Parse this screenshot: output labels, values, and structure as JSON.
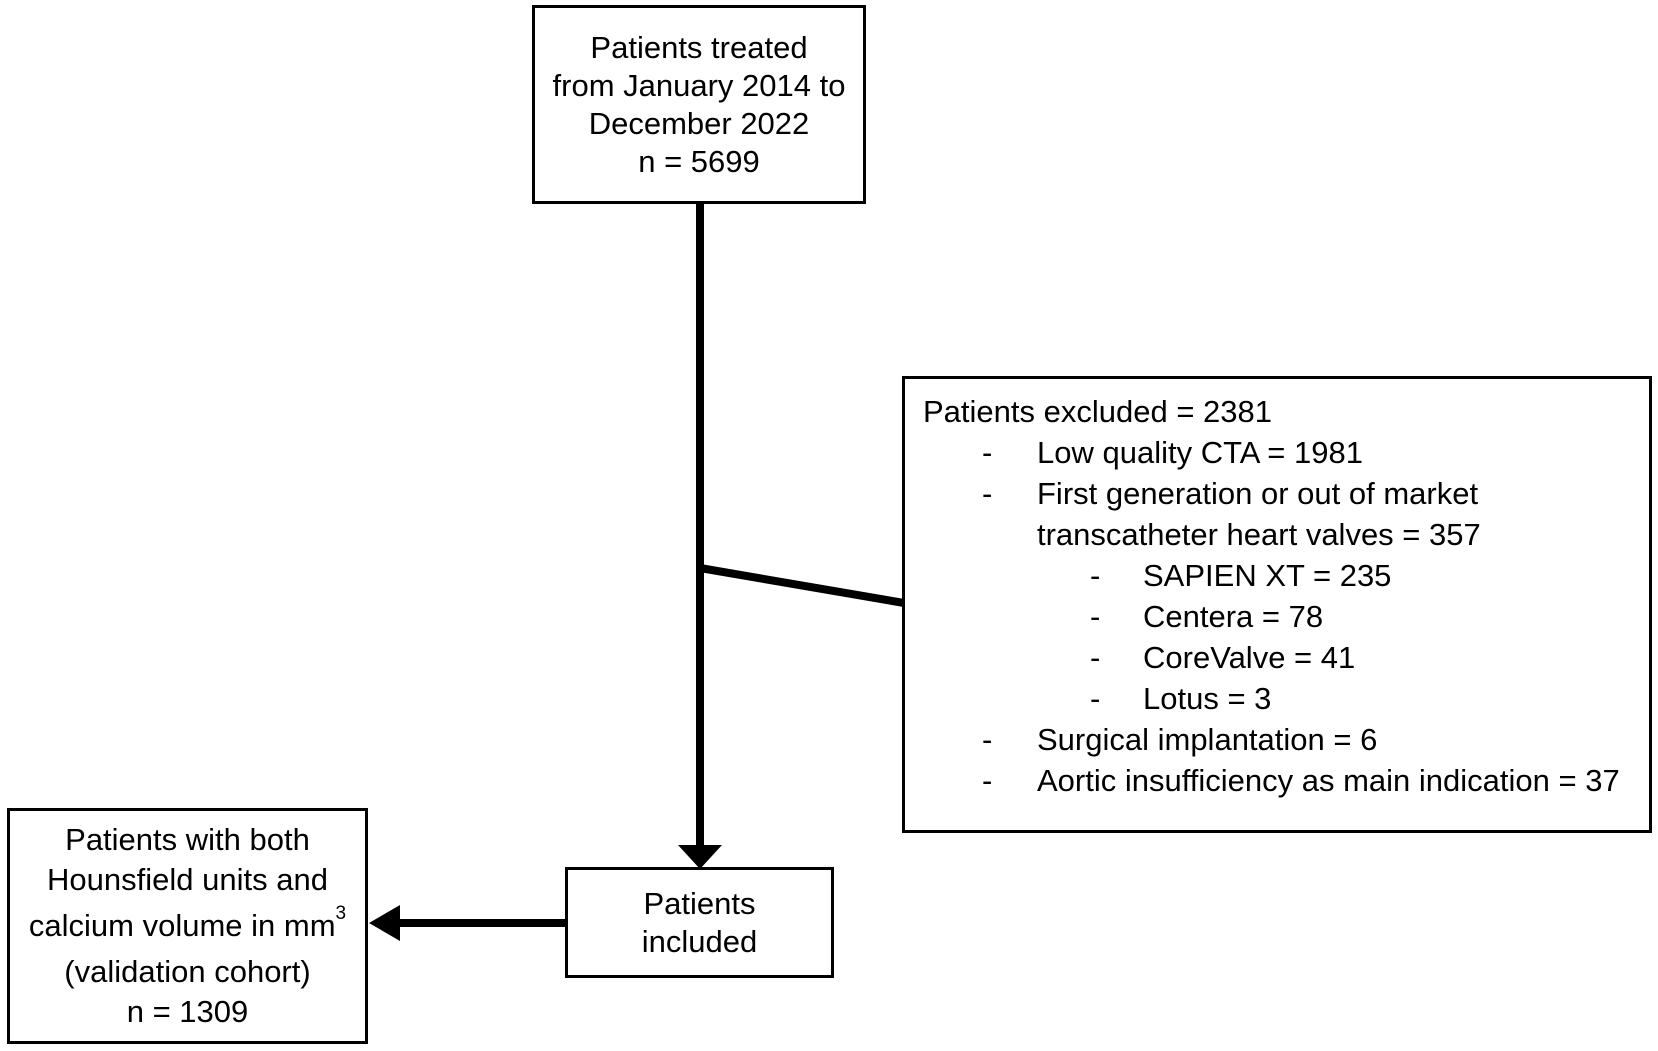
{
  "colors": {
    "background": "#ffffff",
    "stroke": "#000000",
    "text": "#000000"
  },
  "top_box": {
    "lines": [
      "Patients treated",
      "from January 2014 to",
      "December 2022",
      "n = 5699"
    ]
  },
  "exclusion_box": {
    "bullet_char": "-",
    "lines": [
      {
        "text": "Patients excluded = 2381"
      },
      {
        "text": "Low quality CTA = 1981"
      },
      {
        "text": "First generation or out of market"
      },
      {
        "text": "transcatheter heart valves = 357"
      },
      {
        "text": "SAPIEN XT = 235"
      },
      {
        "text": "Centera = 78"
      },
      {
        "text": "CoreValve = 41"
      },
      {
        "text": "Lotus = 3"
      },
      {
        "text": "Surgical implantation = 6"
      },
      {
        "text": "Aortic insufficiency as main indication = 37"
      }
    ]
  },
  "included_box": {
    "lines": [
      "Patients",
      "included"
    ]
  },
  "validation_box": {
    "lines": [
      "Patients with both",
      "Hounsfield units and",
      "calcium volume in mm",
      "(validation cohort)",
      "n = 1309"
    ],
    "superscript": "3"
  }
}
